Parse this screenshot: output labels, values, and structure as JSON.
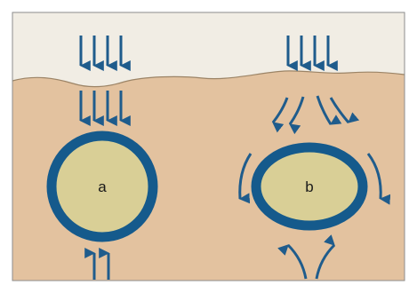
{
  "colors": {
    "sky": "#f1ede4",
    "soil": "#e3c29f",
    "soil_edge": "#9c8466",
    "arrow": "#1f5c8c",
    "pipe_wall": "#155a8c",
    "pipe_fill": "#d9cf96",
    "frame": "#8c8c8c"
  },
  "pipes": [
    {
      "label": "a",
      "shape": "circle-rigid"
    },
    {
      "label": "b",
      "shape": "ellipse-flexible"
    }
  ],
  "arrow_icons": [
    "load-arrow-down",
    "soil-pressure-arrow",
    "reaction-arrow-up",
    "curved-arrow"
  ]
}
